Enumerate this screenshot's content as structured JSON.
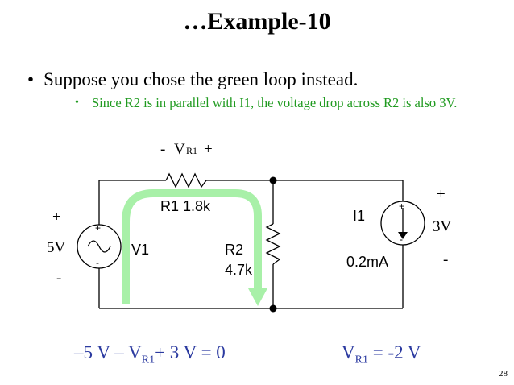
{
  "slide": {
    "title": "…Example-10",
    "bullet": "Suppose you chose the green loop instead.",
    "sub_bullet": "Since R2 is in parallel with I1, the voltage drop across R2 is also 3V.",
    "page_number": "28"
  },
  "circuit": {
    "vr1_minus": "-",
    "vr1_label": "V",
    "vr1_sub": "R1",
    "vr1_plus": "+",
    "r1_label": "R1 1.8k",
    "v1_plus": "+",
    "v1_value": "5V",
    "v1_minus": "-",
    "v1_name": "V1",
    "v1_src_plus": "+",
    "v1_src_minus": "-",
    "r2_name": "R2",
    "r2_value": "4.7k",
    "i1_name": "I1",
    "i1_value": "0.2mA",
    "i1_src_plus": "+",
    "i1_src_minus": "-",
    "out_plus": "+",
    "out_value": "3V",
    "out_minus": "-",
    "loop_color": "#a8f0a8",
    "wire_color": "#000000"
  },
  "equations": {
    "kvl_part1": "–5 V – V",
    "kvl_sub": "R1",
    "kvl_part2": "+ 3 V = 0",
    "result_label": "V",
    "result_sub": "R1",
    "result_value": " = -2 V",
    "color": "#2b3aa0"
  }
}
